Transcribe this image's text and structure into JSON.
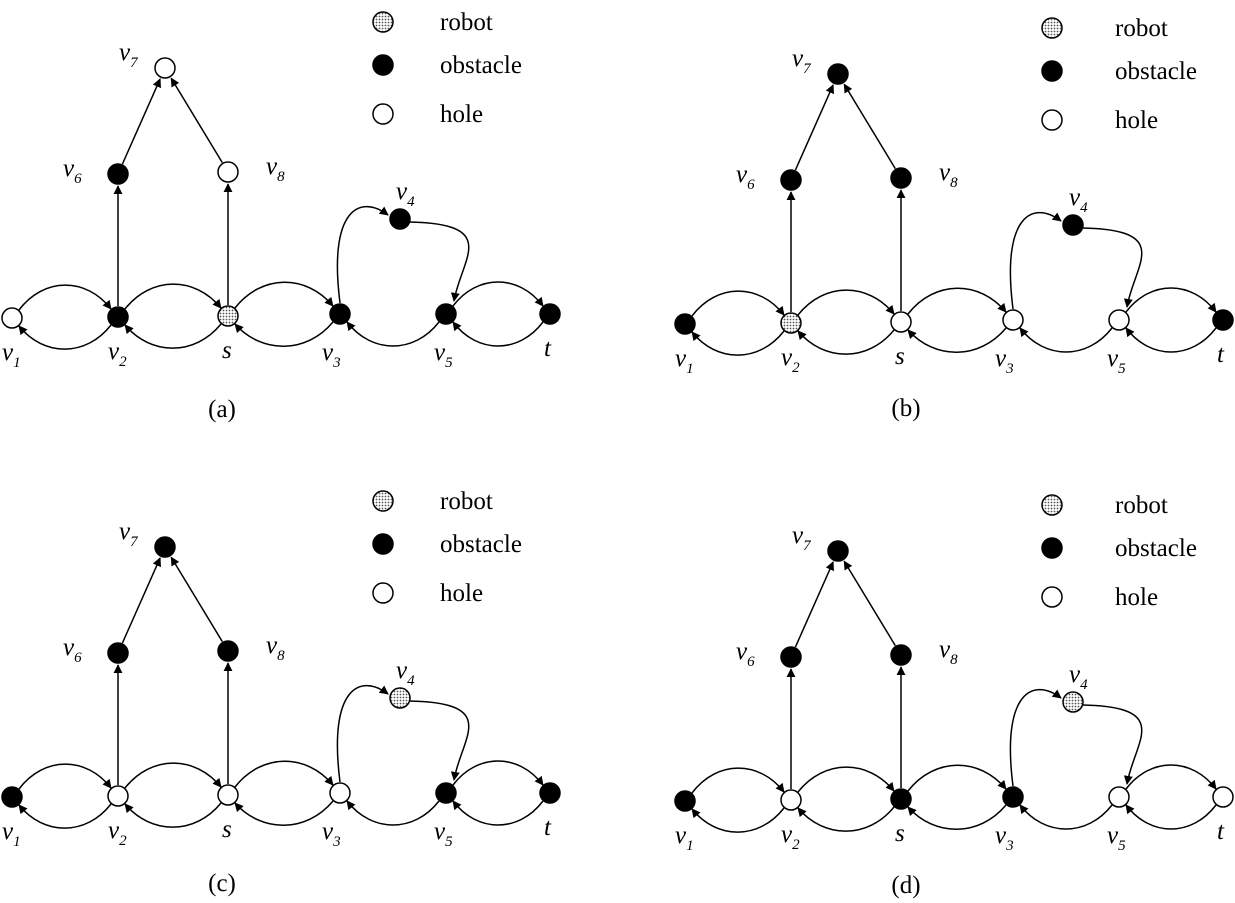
{
  "colors": {
    "obstacle": "#000000",
    "hole": "#ffffff",
    "robot": "url(#dotpat)",
    "stroke": "#000000"
  },
  "legend": [
    {
      "state": "robot",
      "label": "robot"
    },
    {
      "state": "obstacle",
      "label": "obstacle"
    },
    {
      "state": "hole",
      "label": "hole"
    }
  ],
  "nodes": [
    {
      "id": "v1",
      "name": "v",
      "sub": "1"
    },
    {
      "id": "v2",
      "name": "v",
      "sub": "2"
    },
    {
      "id": "s",
      "name": "s",
      "sub": ""
    },
    {
      "id": "v3",
      "name": "v",
      "sub": "3"
    },
    {
      "id": "v5",
      "name": "v",
      "sub": "5"
    },
    {
      "id": "t",
      "name": "t",
      "sub": ""
    },
    {
      "id": "v6",
      "name": "v",
      "sub": "6"
    },
    {
      "id": "v7",
      "name": "v",
      "sub": "7"
    },
    {
      "id": "v8",
      "name": "v",
      "sub": "8"
    },
    {
      "id": "v4",
      "name": "v",
      "sub": "4"
    }
  ],
  "edges": [
    {
      "from": "v1",
      "to": "v2",
      "kind": "arc-up"
    },
    {
      "from": "v2",
      "to": "v1",
      "kind": "arc-down"
    },
    {
      "from": "v2",
      "to": "s",
      "kind": "arc-up"
    },
    {
      "from": "s",
      "to": "v2",
      "kind": "arc-down"
    },
    {
      "from": "s",
      "to": "v3",
      "kind": "arc-up"
    },
    {
      "from": "v3",
      "to": "s",
      "kind": "arc-down"
    },
    {
      "from": "v5",
      "to": "t",
      "kind": "arc-up"
    },
    {
      "from": "t",
      "to": "v5",
      "kind": "arc-down"
    },
    {
      "from": "v5",
      "to": "v3",
      "kind": "arc-down"
    },
    {
      "from": "v3",
      "to": "v4",
      "kind": "loop-left"
    },
    {
      "from": "v4",
      "to": "v5",
      "kind": "loop-right"
    },
    {
      "from": "v2",
      "to": "v6",
      "kind": "line"
    },
    {
      "from": "s",
      "to": "v8",
      "kind": "line"
    },
    {
      "from": "v6",
      "to": "v7",
      "kind": "line"
    },
    {
      "from": "v8",
      "to": "v7",
      "kind": "line"
    }
  ],
  "panels": [
    {
      "caption": "(a)",
      "states": {
        "v1": "hole",
        "v2": "obstacle",
        "s": "robot",
        "v3": "obstacle",
        "v5": "obstacle",
        "t": "obstacle",
        "v6": "obstacle",
        "v7": "hole",
        "v8": "hole",
        "v4": "obstacle"
      }
    },
    {
      "caption": "(b)",
      "states": {
        "v1": "obstacle",
        "v2": "robot",
        "s": "hole",
        "v3": "hole",
        "v5": "hole",
        "t": "obstacle",
        "v6": "obstacle",
        "v7": "obstacle",
        "v8": "obstacle",
        "v4": "obstacle"
      }
    },
    {
      "caption": "(c)",
      "states": {
        "v1": "obstacle",
        "v2": "hole",
        "s": "hole",
        "v3": "hole",
        "v5": "obstacle",
        "t": "obstacle",
        "v6": "obstacle",
        "v7": "obstacle",
        "v8": "obstacle",
        "v4": "robot"
      }
    },
    {
      "caption": "(d)",
      "states": {
        "v1": "obstacle",
        "v2": "hole",
        "s": "obstacle",
        "v3": "obstacle",
        "v5": "hole",
        "t": "hole",
        "v6": "obstacle",
        "v7": "obstacle",
        "v8": "obstacle",
        "v4": "robot"
      }
    }
  ]
}
